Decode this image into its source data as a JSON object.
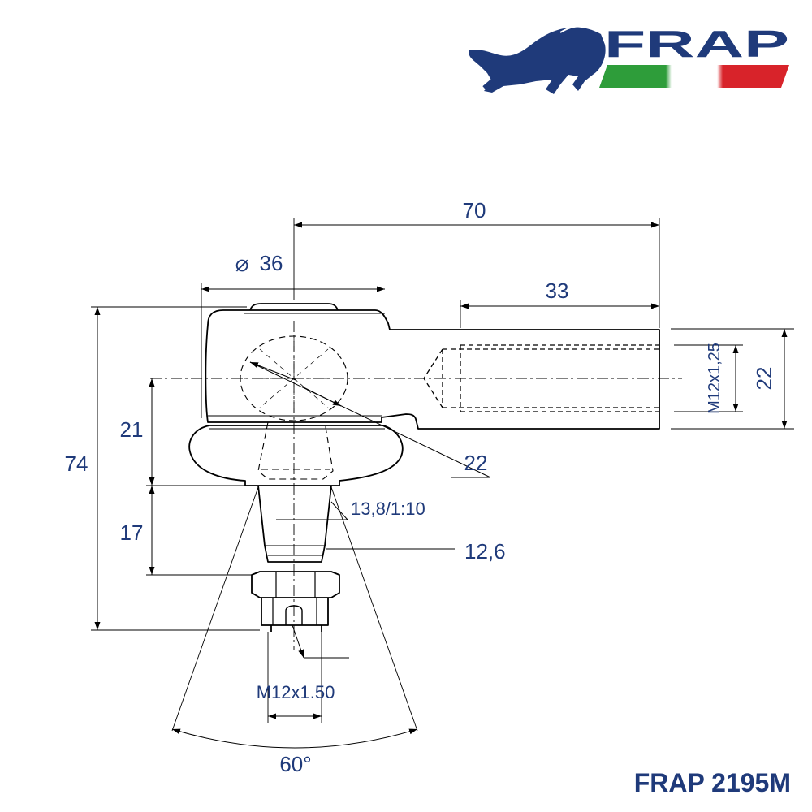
{
  "logo": {
    "brand": "FRAP",
    "flag_colors": [
      "#2e9d3a",
      "#ffffff",
      "#d8232a"
    ],
    "brand_color": "#1f3a7a"
  },
  "part_number": "FRAP 2195M",
  "dimensions": {
    "overall_length": "70",
    "ball_diameter_symbol": "⌀",
    "ball_diameter": "36",
    "thread_depth": "33",
    "shank_width": "22",
    "internal_thread": "M12x1,25",
    "total_height": "74",
    "upper_height": "21",
    "lower_height": "17",
    "ball_callout": "22",
    "taper": "13,8/1:10",
    "stud_diameter": "12,6",
    "stud_thread": "M12x1.50",
    "swing_angle": "60°"
  },
  "colors": {
    "ink": "#000000",
    "dimension_text": "#1f3a7a"
  }
}
